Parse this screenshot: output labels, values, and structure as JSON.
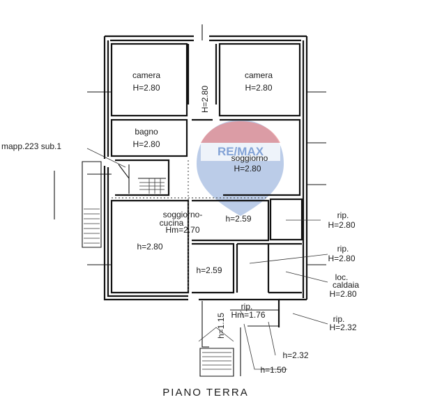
{
  "title": "PIANO TERRA",
  "cadastral_ref": "mapp.223 sub.1",
  "watermark": {
    "brand": "RE/MAX",
    "colors": {
      "red": "#d9262b",
      "blue": "#1d57b5"
    }
  },
  "rooms": [
    {
      "id": "camera-left",
      "name": "camera",
      "height": "H=2.80"
    },
    {
      "id": "camera-right",
      "name": "camera",
      "height": "H=2.80"
    },
    {
      "id": "corridor",
      "name": "",
      "height": "H=2.80"
    },
    {
      "id": "bagno",
      "name": "bagno",
      "height": "H=2.80"
    },
    {
      "id": "soggiorno",
      "name": "soggiorno",
      "height": "H=2.80"
    },
    {
      "id": "soggiorno-cucina",
      "name": "soggiorno-\ncucina",
      "name_line1": "soggiorno-",
      "name_line2": "cucina",
      "height": "Hm=2.70"
    },
    {
      "id": "room-259-top",
      "name": "",
      "height": "h=2.59"
    },
    {
      "id": "room-280-left",
      "name": "",
      "height": "h=2.80"
    },
    {
      "id": "room-259-mid",
      "name": "",
      "height": "h=2.59"
    },
    {
      "id": "rip-1",
      "name": "rip.",
      "height": "H=2.80"
    },
    {
      "id": "rip-2",
      "name": "rip.",
      "height": "H=2.80"
    },
    {
      "id": "loc-caldaia",
      "name_line1": "loc.",
      "name_line2": "caldaia",
      "height": "H=2.80"
    },
    {
      "id": "rip-3",
      "name": "rip.",
      "height": "Hm=1.76"
    },
    {
      "id": "rip-4",
      "name": "rip.",
      "height": "H=2.32"
    }
  ],
  "extra_labels": {
    "h_115": "h=1.15",
    "h_232": "h=2.32",
    "h_150": "h=1.50"
  }
}
